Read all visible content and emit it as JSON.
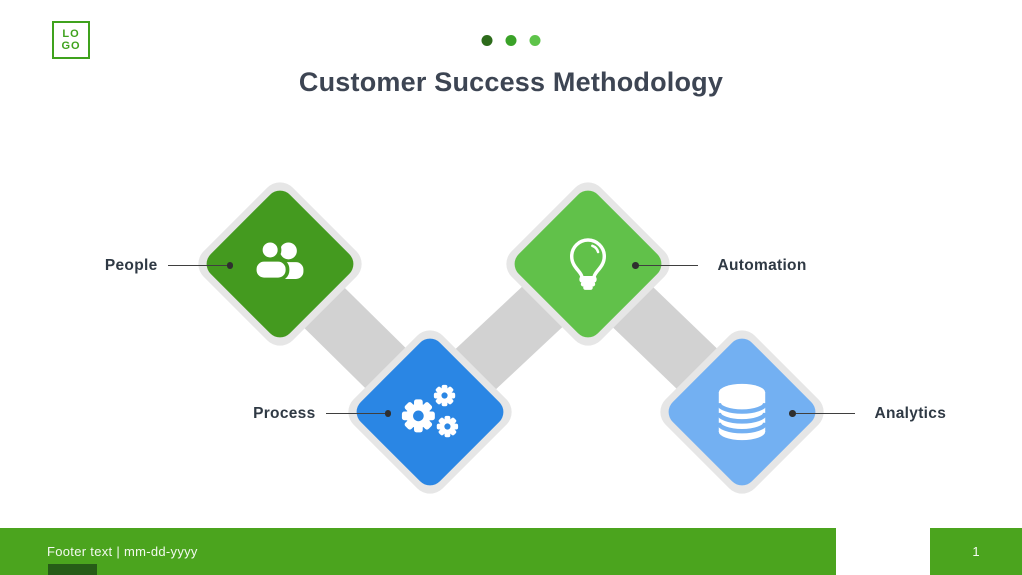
{
  "logo": {
    "line1": "LO",
    "line2": "GO",
    "color": "#3fa21d"
  },
  "header": {
    "title": "Customer Success Methodology",
    "title_color": "#3d4553",
    "progress_dots": [
      {
        "name": "dot-1",
        "color": "#2d6b1b"
      },
      {
        "name": "dot-2",
        "color": "#3aa228"
      },
      {
        "name": "dot-3",
        "color": "#5ec44a"
      }
    ]
  },
  "diagram": {
    "connector_color": "#d2d2d2",
    "diamond_border_color": "#e6e6e6",
    "icon_color": "#ffffff",
    "items": [
      {
        "label": "People",
        "color": "#449a1f",
        "icon": "people-icon",
        "label_side": "left"
      },
      {
        "label": "Process",
        "color": "#2a86e4",
        "icon": "gears-icon",
        "label_side": "left"
      },
      {
        "label": "Automation",
        "color": "#61c14a",
        "icon": "lightbulb-icon",
        "label_side": "right"
      },
      {
        "label": "Analytics",
        "color": "#73b0f2",
        "icon": "database-icon",
        "label_side": "right"
      }
    ]
  },
  "footer": {
    "text": "Footer text | mm-dd-yyyy",
    "page_number": "1",
    "bar_color": "#4ba41e",
    "tab_color": "#265c17"
  }
}
